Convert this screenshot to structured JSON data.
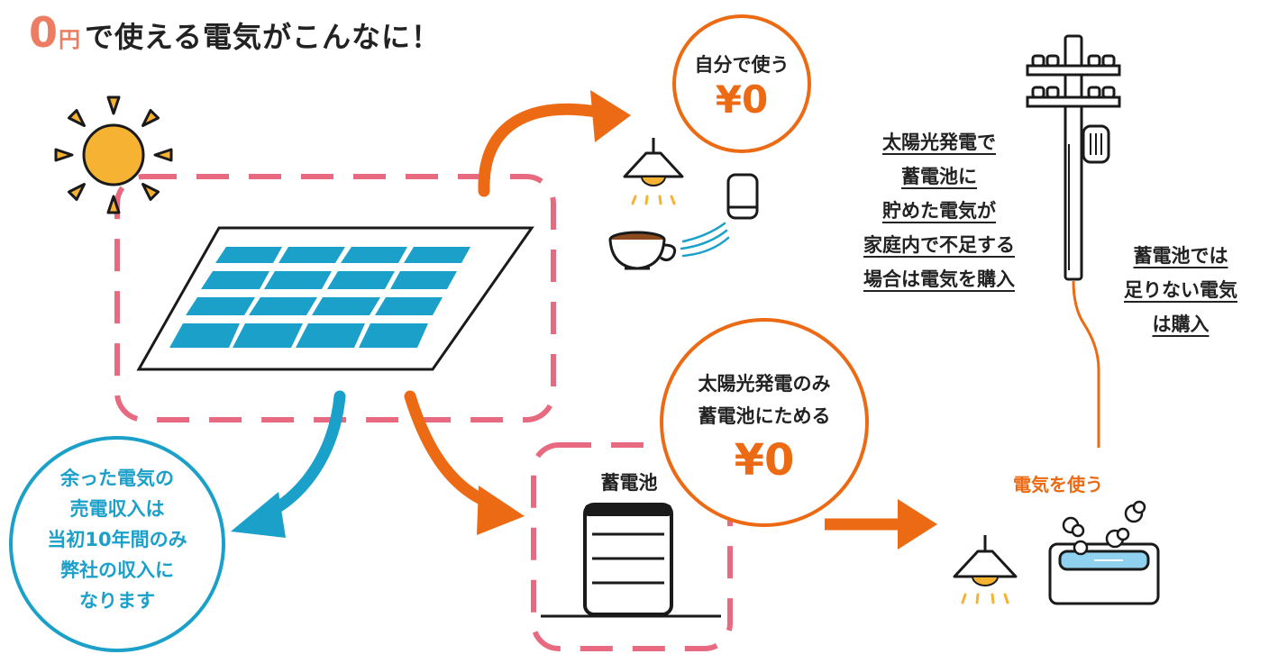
{
  "title": {
    "zero": "0",
    "yen": "円",
    "rest": "で使える電気がこんなに！"
  },
  "self_use": {
    "label": "自分で使う",
    "price": "¥0"
  },
  "storage_bubble": {
    "line1": "太陽光発電のみ",
    "line2": "蓄電池にためる",
    "price": "¥0"
  },
  "battery_label": "蓄電池",
  "purchase_note": [
    "太陽光発電で",
    "蓄電池に",
    "貯めた電気が",
    "家庭内で不足する",
    "場合は電気を購入"
  ],
  "shortfall_note": [
    "蓄電池では",
    "足りない電気",
    "は購入"
  ],
  "use_electricity": "電気を使う",
  "surplus_note": [
    "余った電気の",
    "売電収入は",
    "当初10年間のみ",
    "弊社の収入に",
    "なります"
  ],
  "colors": {
    "orange": "#ec6a14",
    "pink_dash": "#e86a80",
    "blue": "#1aa0c9",
    "panel": "#1aa0c9",
    "sun": "#f6b233",
    "water": "#8fd1ef"
  },
  "icons": [
    "sun-icon",
    "solar-panel-icon",
    "pendant-lamp-icon",
    "air-conditioner-icon",
    "coffee-cup-icon",
    "battery-icon",
    "utility-pole-icon",
    "bathtub-icon"
  ]
}
